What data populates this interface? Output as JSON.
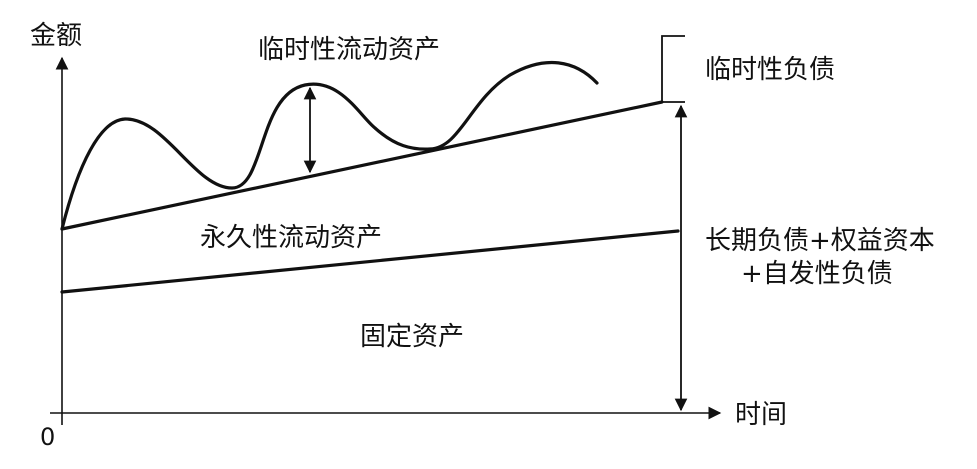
{
  "axes": {
    "y_label": "金额",
    "x_label": "时间",
    "origin": "0"
  },
  "labels": {
    "temporary_current_assets": "临时性流动资产",
    "temporary_liabilities": "临时性负债",
    "permanent_current_assets": "永久性流动资产",
    "long_term_line1": "长期负债+权益资本",
    "long_term_line2": "+自发性负债",
    "fixed_assets": "固定资产"
  },
  "colors": {
    "ink": "#111111",
    "background": "#ffffff"
  }
}
